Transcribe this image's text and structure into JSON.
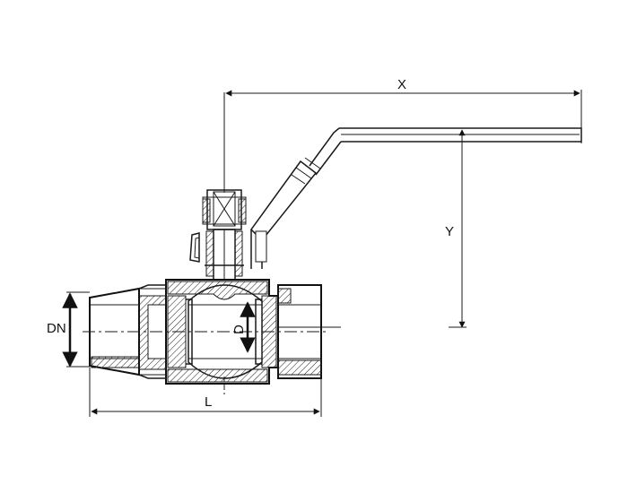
{
  "labels": {
    "x": "X",
    "y": "Y",
    "dn": "DN",
    "d": "D",
    "l": "L"
  },
  "colors": {
    "line": "#1a1a1a",
    "background": "#ffffff"
  }
}
